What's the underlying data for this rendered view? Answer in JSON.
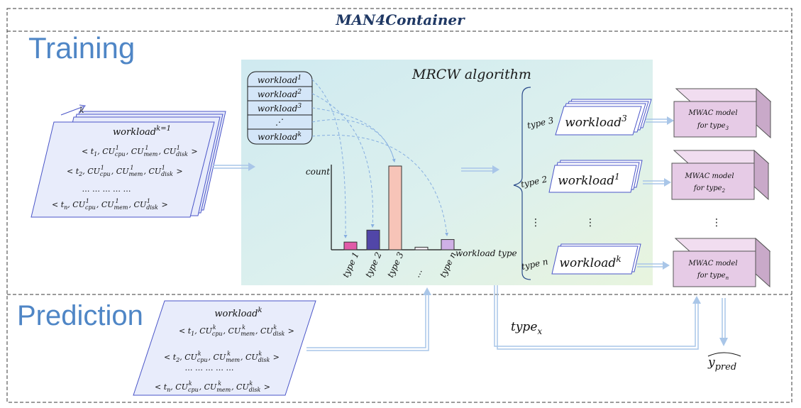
{
  "title": "MAN4Container",
  "sections": {
    "training": "Training",
    "prediction": "Prediction"
  },
  "algorithm": {
    "title": "MRCW algorithm",
    "queue": [
      "workload",
      "workload",
      "workload",
      "⋰",
      "workload"
    ],
    "queue_sup": [
      "1",
      "2",
      "3",
      "",
      "k"
    ]
  },
  "training_data": {
    "index_label": "k",
    "card_title": "workload",
    "card_title_sup": "k=1",
    "ellipsis": "… … … … …"
  },
  "prediction_data": {
    "card_title": "workload",
    "card_title_sup": "k",
    "ellipsis": "… … … … …"
  },
  "histogram": {
    "ylabel": "count",
    "xlabel": "workload type",
    "categories": [
      "type 1",
      "type 2",
      "type 3",
      "…",
      "type n"
    ],
    "values": [
      9,
      23,
      98,
      3,
      12
    ],
    "colors": [
      "#e05aa8",
      "#5146a8",
      "#f7c4b8",
      "#f4eef4",
      "#cfb0e6"
    ]
  },
  "groups": [
    {
      "type_label": "type 3",
      "workload": "workload",
      "sup": "3"
    },
    {
      "type_label": "type 2",
      "workload": "workload",
      "sup": "1"
    },
    {
      "type_label": "type n",
      "workload": "workload",
      "sup": "k"
    }
  ],
  "models": [
    {
      "line1": "MWAC model",
      "line2": "for type",
      "sub": "3"
    },
    {
      "line1": "MWAC model",
      "line2": "for type",
      "sub": "2"
    },
    {
      "line1": "MWAC model",
      "line2": "for type",
      "sub": "n"
    }
  ],
  "labels": {
    "type_x": "type",
    "type_x_sub": "x",
    "y_pred": "y",
    "y_pred_sub": "pred",
    "vdots": "⋮"
  },
  "colors": {
    "frame": "#3a3a3a",
    "title": "#1f3864",
    "section_text": "#4f86c6",
    "arrow": "#a9c6e8",
    "card_fill": "#e8ecfb",
    "card_stroke": "#4a55c8",
    "model_front": "#e6cbe6",
    "model_top": "#f1ddf0",
    "model_side": "#c9a9c9"
  }
}
